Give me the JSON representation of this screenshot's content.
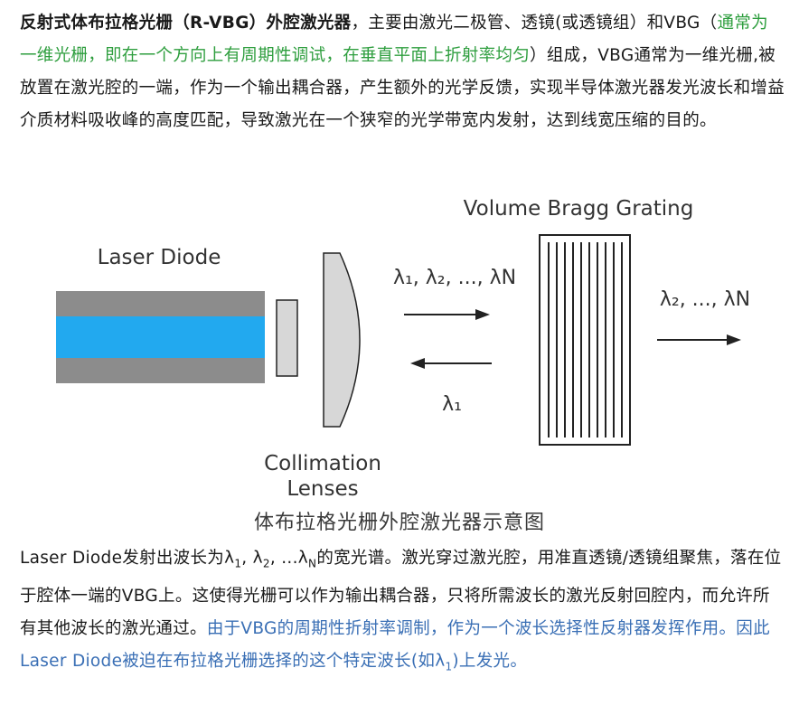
{
  "intro": {
    "title": "反射式体布拉格光栅（R-VBG）外腔激光器",
    "text1": "，主要由激光二极管、透镜(或透镜组）和VBG（",
    "green_note": "通常为一维光栅，即在一个方向上有周期性调试，在垂直平面上折射率均匀",
    "text2": "）组成，VBG通常为一维光栅,被放置在激光腔的一端，作为一个输出耦合器，产生额外的光学反馈，实现半导体激光器发光波长和增益介质材料吸收峰的高度匹配，导致激光在一个狭窄的光学带宽内发射，达到线宽压缩的目的。"
  },
  "figure": {
    "label_laser_diode": "Laser Diode",
    "label_vbg": "Volume Bragg Grating",
    "label_collimation_1": "Collimation",
    "label_collimation_2": "Lenses",
    "label_forward_wavelengths": "λ₁, λ₂, ..., λN",
    "label_reflected_wavelength": "λ₁",
    "label_transmitted_wavelengths": "λ₂, ..., λN",
    "colors": {
      "diode_outer": "#8c8c8c",
      "diode_core": "#22a9ef",
      "lens_fill": "#d7d7d7",
      "stroke": "#222222"
    }
  },
  "caption": "体布拉格光栅外腔激光器示意图",
  "body": {
    "seg1": "Laser Diode发射出波长为λ",
    "sub1": "1",
    "seg2": ", λ",
    "sub2": "2",
    "seg3": ", ...λ",
    "sub3": "N",
    "seg4": "的宽光谱。激光穿过激光腔，用准直透镜/透镜组聚焦，落在位于腔体一端的VBG上。这使得光栅可以作为输出耦合器，只将所需波长的激光反射回腔内，而允许所有其他波长的激光通过。",
    "blue_seg": "由于VBG的周期性折射率调制，作为一个波长选择性反射器发挥作用。因此Laser Diode被迫在布拉格光栅选择的这个特定波长(如λ",
    "blue_sub": "1",
    "blue_end": ")上发光。"
  }
}
